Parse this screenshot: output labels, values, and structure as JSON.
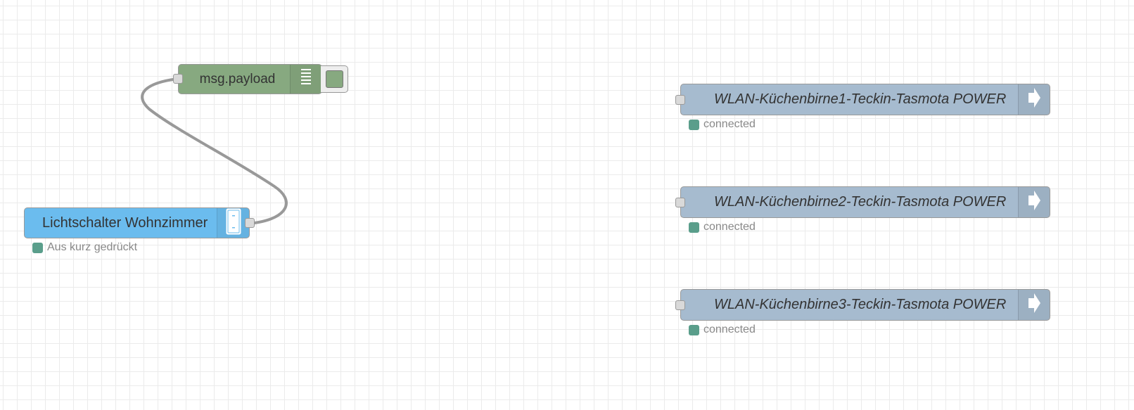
{
  "flow": {
    "debug_node": {
      "label": "msg.payload",
      "color": "#87a980",
      "icon": "debug-list-icon",
      "toggle_icon": "debug-toggle-icon"
    },
    "switch_node": {
      "label": "Lichtschalter Wohnzimmer",
      "color": "#6bbcee",
      "icon": "switch-icon",
      "status": "Aus kurz gedrückt",
      "status_color": "#5a9e8b"
    },
    "mqtt_nodes": [
      {
        "label": "WLAN-Küchenbirne1-Teckin-Tasmota POWER",
        "status": "connected",
        "icon": "bridge-arrow-icon"
      },
      {
        "label": "WLAN-Küchenbirne2-Teckin-Tasmota POWER",
        "status": "connected",
        "icon": "bridge-arrow-icon"
      },
      {
        "label": "WLAN-Küchenbirne3-Teckin-Tasmota POWER",
        "status": "connected",
        "icon": "bridge-arrow-icon"
      }
    ],
    "mqtt_color": "#a6bbcf",
    "wire_color": "#999999",
    "grid_color": "#ebebeb"
  }
}
